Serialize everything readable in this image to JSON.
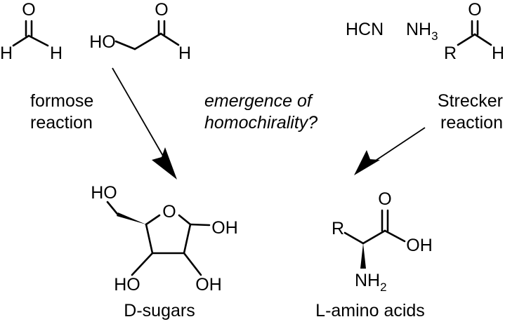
{
  "molecules": {
    "formaldehyde": {
      "o": "O",
      "h_left": "H",
      "h_right": "H"
    },
    "glycolaldehyde": {
      "ho": "HO",
      "o": "O",
      "h": "H"
    },
    "hcn": "HCN",
    "nh3": {
      "base": "NH",
      "subscript": "3"
    },
    "aldehyde": {
      "r": "R",
      "o": "O",
      "h": "H"
    },
    "ribose": {
      "ho_top": "HO",
      "ring_o": "O",
      "oh_right": "OH",
      "ho_bottom": "HO",
      "oh_bottom": "OH"
    },
    "amino_acid": {
      "r": "R",
      "o": "O",
      "oh": "OH",
      "nh2": {
        "base": "NH",
        "subscript": "2"
      }
    }
  },
  "labels": {
    "formose": [
      "formose",
      "reaction"
    ],
    "question": [
      "emergence of",
      "homochirality?"
    ],
    "strecker": [
      "Strecker",
      "reaction"
    ],
    "sugars": "D-sugars",
    "amino_acids": "L-amino acids"
  }
}
